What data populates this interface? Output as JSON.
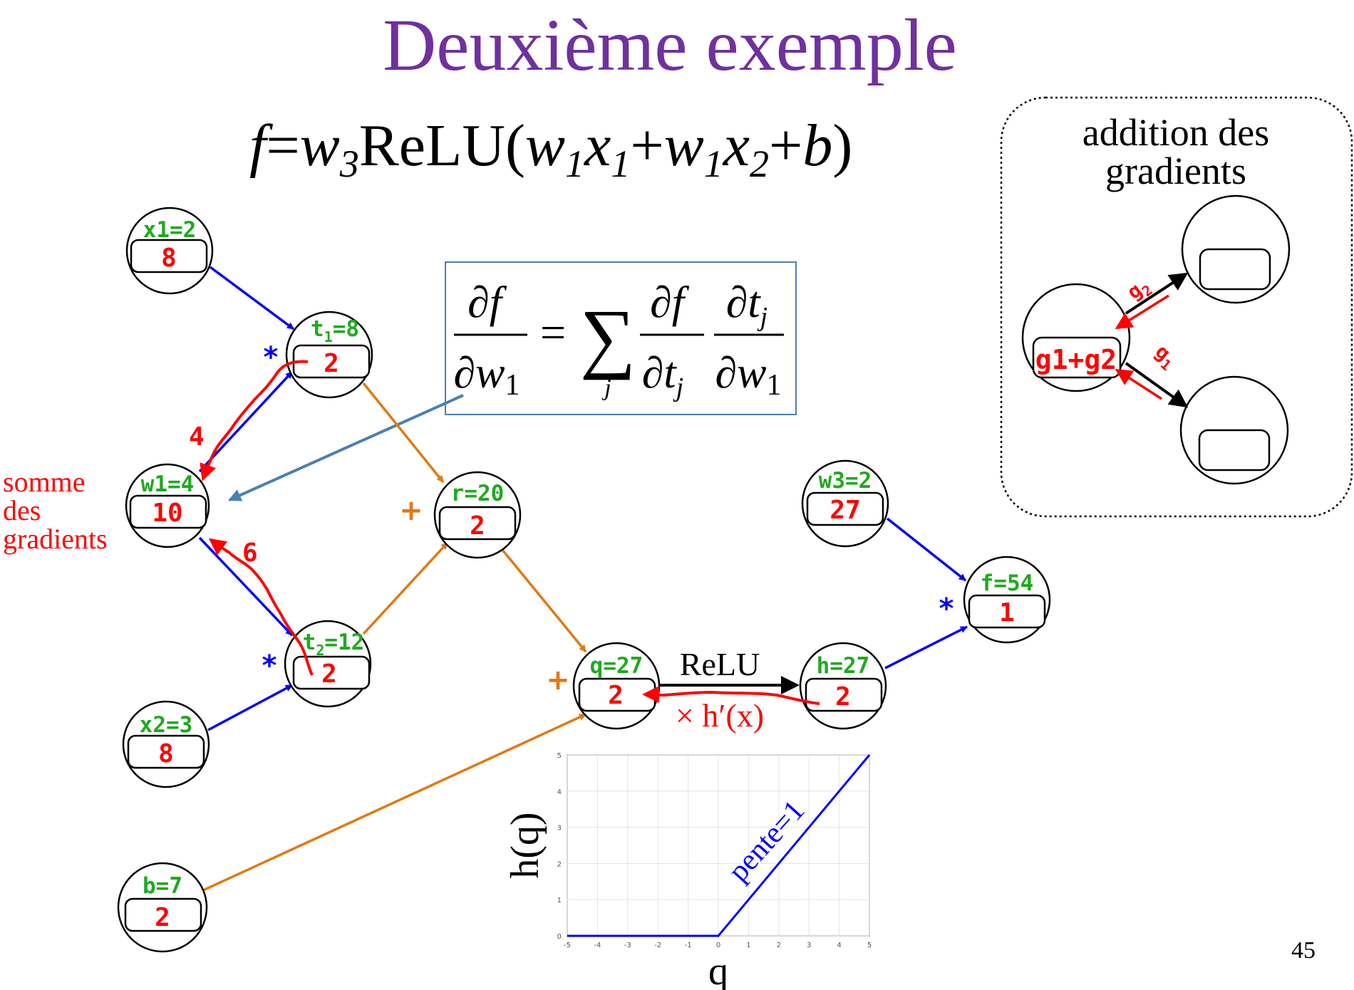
{
  "title": "Deuxième exemple",
  "formula": {
    "f": "f",
    "eq": "=",
    "w3": "w",
    "w3_sub": "3",
    "relu": "ReLU(",
    "w1a": "w",
    "w1a_sub": "1",
    "x1": "x",
    "x1_sub": "1",
    "plus1": "+",
    "w1b": "w",
    "w1b_sub": "1",
    "x2": "x",
    "x2_sub": "2",
    "plus2": "+",
    "b": "b",
    "close": ")"
  },
  "derivative_box": {
    "lhs_num": "∂f",
    "lhs_den": "∂w",
    "lhs_den_sub": "1",
    "equals": "=",
    "sum_sign": "∑",
    "sum_index": "j",
    "t1_num": "∂f",
    "t1_den": "∂t",
    "t1_den_sub": "j",
    "t2_num": "∂t",
    "t2_num_sub": "j",
    "t2_den": "∂w",
    "t2_den_sub": "1"
  },
  "inset": {
    "title_line1": "addition des",
    "title_line2": "gradients",
    "combined_value": "g1+g2",
    "edge_label_top": "g",
    "edge_label_top_sub": "2",
    "edge_label_bottom": "g",
    "edge_label_bottom_sub": "1"
  },
  "nodes": {
    "x1": {
      "label": "x1=2",
      "grad": "8"
    },
    "t1": {
      "label_main": "t",
      "label_sub": "1",
      "label_rest": "=8",
      "grad": "2"
    },
    "w1": {
      "label": "w1=4",
      "grad": "10"
    },
    "t2": {
      "label_main": "t",
      "label_sub": "2",
      "label_rest": "=12",
      "grad": "2"
    },
    "x2": {
      "label": "x2=3",
      "grad": "8"
    },
    "r": {
      "label": "r=20",
      "grad": "2"
    },
    "q": {
      "label": "q=27",
      "grad": "2"
    },
    "h": {
      "label": "h=27",
      "grad": "2"
    },
    "w3": {
      "label": "w3=2",
      "grad": "27"
    },
    "f": {
      "label": "f=54",
      "grad": "1"
    },
    "b": {
      "label": "b=7",
      "grad": "2"
    }
  },
  "operators": {
    "mult_t1": "*",
    "mult_t2": "*",
    "mult_f": "*",
    "add_r": "+",
    "add_q": "+"
  },
  "annotations": {
    "somme_line1": "somme",
    "somme_line2": "des",
    "somme_line3": "gradients",
    "grad_path_top": "4",
    "grad_path_bottom": "6",
    "relu_label": "ReLU",
    "relu_deriv": "× h′(x)"
  },
  "relu_plot": {
    "ylabel": "h(q)",
    "xlabel": "q",
    "slope_label": "pente=1",
    "x_ticks": [
      "-5",
      "-4",
      "-3",
      "-2",
      "-1",
      "0",
      "1",
      "2",
      "3",
      "4",
      "5"
    ],
    "y_ticks": [
      "0",
      "1",
      "2",
      "3",
      "4",
      "5"
    ]
  },
  "chart_data": {
    "type": "line",
    "x": [
      -5,
      0,
      5
    ],
    "series": [
      {
        "values": [
          0,
          0,
          5
        ]
      }
    ],
    "xlabel": "q",
    "ylabel": "h(q)",
    "xlim": [
      -5,
      5
    ],
    "ylim": [
      0,
      5
    ],
    "grid": true
  },
  "page_number": "45",
  "colors": {
    "title": "#7030a0",
    "value_label": "#1faa1f",
    "gradient": "#ff0000",
    "mult_edge": "#0000ff",
    "add_edge": "#e07a10",
    "callout": "#4a7fb5"
  }
}
